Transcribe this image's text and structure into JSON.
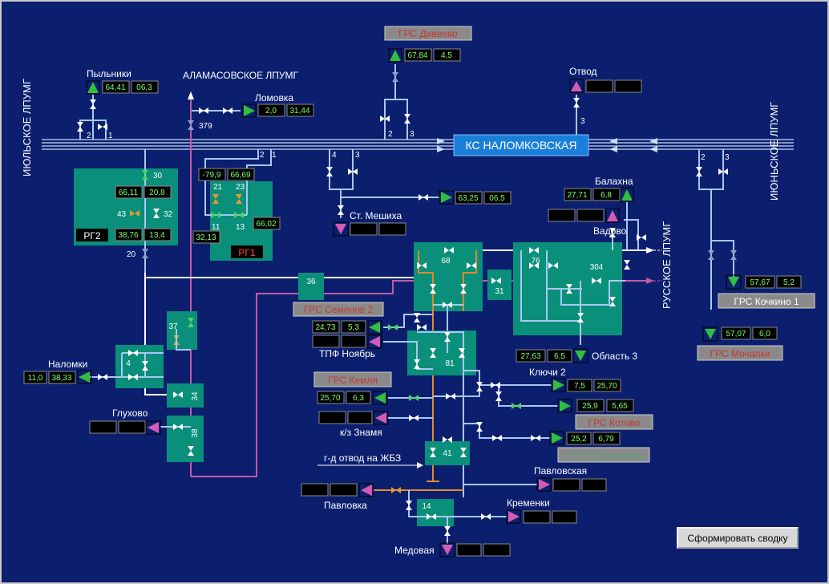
{
  "window": {
    "border_color": "#c9c9c9",
    "background": "#0b1f6e"
  },
  "colors": {
    "pipe": "#a9c7f2",
    "pipe_main": "#c8dcf5",
    "station": "#0a8f7a",
    "magenta": "#c45aa6",
    "white": "#ffffff",
    "orange": "#e08a2c",
    "value": "#7dff6b",
    "grs_text": "#c7372f"
  },
  "compressor_station": {
    "label": "КС НАЛОМКОВСКАЯ"
  },
  "pipelines": {
    "left": "ИЮЛЬСКОЕ ЛПУМГ",
    "right": "ИЮНЬСКОЕ ЛПУМГ",
    "top": "АЛАМАСОВСКОЕ ЛПУМГ",
    "russian": "РУССКОЕ ЛПУМГ"
  },
  "stations": {
    "rg2": "РГ2",
    "rg1": "РГ1",
    "s36": "36",
    "s37": "37",
    "s4": "4",
    "s34": "34",
    "s38": "38",
    "s68": "68",
    "s31": "31",
    "s76": "76",
    "s304": "304",
    "s81": "81",
    "s41": "41",
    "s14": "14"
  },
  "valve_numbers": {
    "v30": "30",
    "v43": "43",
    "v32": "32",
    "v20": "20",
    "v21": "21",
    "v23": "23",
    "v11": "11",
    "v13": "13",
    "v379": "379",
    "p2a": "2",
    "p1a": "1",
    "p2b": "2",
    "p1b": "1",
    "p4": "4",
    "p3a": "3",
    "p2c": "2",
    "p3b": "3",
    "p3c": "3",
    "p2d": "2",
    "p3d": "3"
  },
  "readings": {
    "pylniki": {
      "name": "Пыльники",
      "v1": "64,41",
      "v2": "06,3"
    },
    "lomovka": {
      "name": "Ломовка",
      "v1": "2,0",
      "v2": "31,44"
    },
    "diveevo": {
      "name": "ГРС Дивеево",
      "v1": "67,84",
      "v2": "4,5"
    },
    "otvod": {
      "name": "Отвод",
      "v1": "",
      "v2": ""
    },
    "rg2_a": {
      "v1": "66,11",
      "v2": "20,8"
    },
    "rg2_b": {
      "v1": "38,76",
      "v2": "13,4"
    },
    "rg1_a": {
      "v1": "-79,9",
      "v2": "66,69"
    },
    "rg1_b": {
      "v1": "66,02"
    },
    "rg1_c": {
      "v1": "32,13"
    },
    "st_meshikha": {
      "name": "Ст. Мешиха",
      "v1": "",
      "v2": ""
    },
    "meshikha_flow": {
      "v1": "63,25",
      "v2": "06,5"
    },
    "balakhna": {
      "name": "Балахна",
      "v1": "27,71",
      "v2": "6,8"
    },
    "vadovo": {
      "name": "Вадово",
      "v1": "",
      "v2": ""
    },
    "kochkino": {
      "name": "ГРС Кочкино 1",
      "v1": "57,67",
      "v2": "5,2"
    },
    "mochalki": {
      "name": "ГРС Мочалки",
      "v1": "57,07",
      "v2": "6,0"
    },
    "semenov": {
      "name": "ГРС Семенов 2",
      "v1": "24,73",
      "v2": "5,3"
    },
    "tpf": {
      "name": "ТПФ Ноябрь",
      "v1": "",
      "v2": ""
    },
    "naloмki": {
      "name": "Наломки",
      "v1": "11,0",
      "v2": "38,33"
    },
    "glukhovo": {
      "name": "Глухово",
      "v1": "",
      "v2": ""
    },
    "oblast3": {
      "name": "Область 3",
      "v1": "27,63",
      "v2": "6,5"
    },
    "klyuchi2": {
      "name": "Ключи 2",
      "v1": "7,5",
      "v2": "25,70"
    },
    "kemlya": {
      "name": "ГРС Кемля",
      "v1": "25,70",
      "v2": "6,3"
    },
    "kotovo": {
      "name": "ГРС Котово",
      "v1": "25,9",
      "v2": "5,65"
    },
    "znamya": {
      "name": "к/з Знамя",
      "v1": "",
      "v2": ""
    },
    "berezovka": {
      "name": "ГРС Б.Березовка",
      "v1": "25,2",
      "v2": "6,79"
    },
    "zhbz": {
      "name": "г-д отвод на ЖБЗ"
    },
    "pavlovskaya": {
      "name": "Павловская",
      "v1": "",
      "v2": ""
    },
    "pavlovka": {
      "name": "Павловка",
      "v1": "",
      "v2": ""
    },
    "kremenki": {
      "name": "Кременки",
      "v1": "",
      "v2": ""
    },
    "medovaya": {
      "name": "Медовая",
      "v1": "",
      "v2": ""
    }
  },
  "report_button": {
    "label": "Сформировать сводку"
  }
}
